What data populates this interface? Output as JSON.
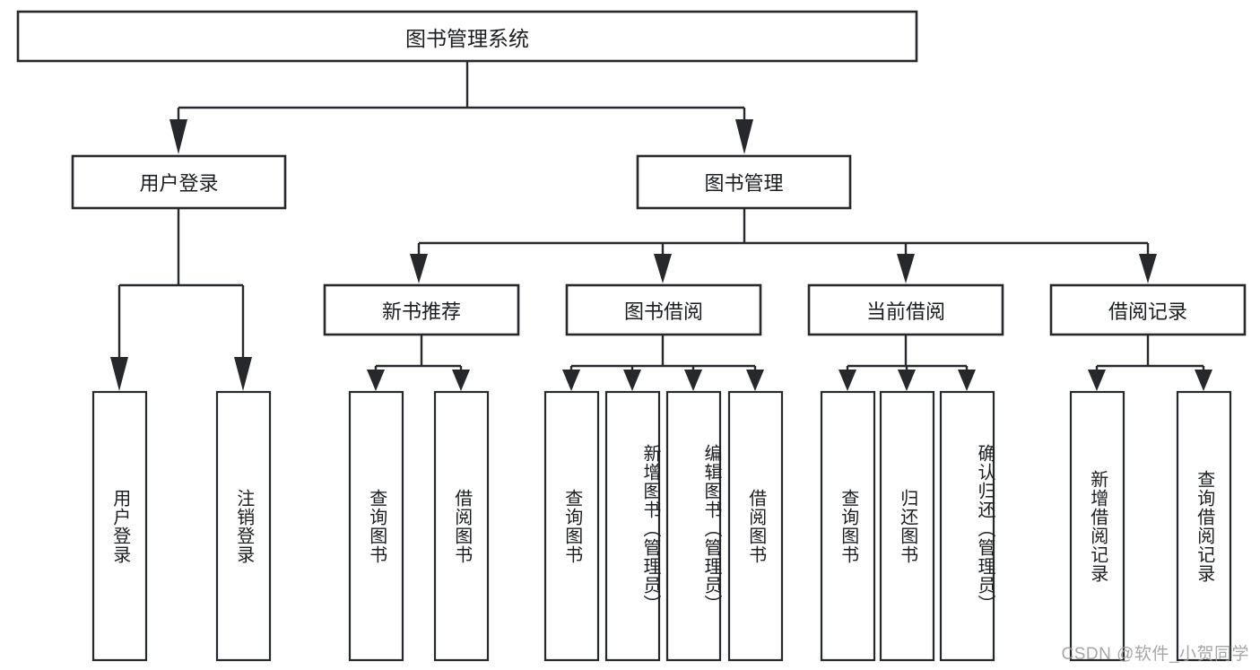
{
  "diagram": {
    "type": "tree-hierarchy",
    "title": "图书管理系统",
    "watermark": "CSDN @软件_小贺同学",
    "colors": {
      "stroke": "#26282b",
      "fill": "#ffffff",
      "text": "#1b1d20",
      "watermark": "#9a9a9a"
    },
    "root": {
      "label": "图书管理系统",
      "level": 1
    },
    "level2": [
      {
        "label": "用户登录"
      },
      {
        "label": "图书管理"
      }
    ],
    "level3": [
      {
        "label": "新书推荐"
      },
      {
        "label": "图书借阅"
      },
      {
        "label": "当前借阅"
      },
      {
        "label": "借阅记录"
      }
    ],
    "user_login_leaves": [
      {
        "label": "用户登录"
      },
      {
        "label": "注销登录"
      }
    ],
    "new_book_leaves": [
      {
        "label": "查询图书"
      },
      {
        "label": "借阅图书"
      }
    ],
    "book_borrow_leaves": [
      {
        "label": "查询图书"
      },
      {
        "label": "新增图书（管理员）"
      },
      {
        "label": "编辑图书（管理员）"
      },
      {
        "label": "借阅图书"
      }
    ],
    "current_borrow_leaves": [
      {
        "label": "查询图书"
      },
      {
        "label": "归还图书"
      },
      {
        "label": "确认归还（管理员）"
      }
    ],
    "borrow_record_leaves": [
      {
        "label": "新增借阅记录"
      },
      {
        "label": "查询借阅记录"
      }
    ]
  }
}
